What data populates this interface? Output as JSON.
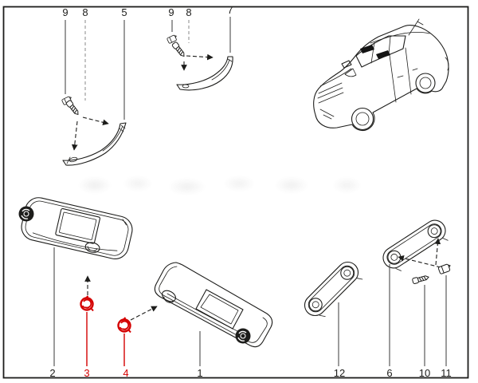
{
  "page": {
    "background": "#ffffff",
    "border_color": "#1d1d1b"
  },
  "colors": {
    "line": "#1d1d1b",
    "leader_gray": "#555555",
    "highlight_red": "#d40000"
  },
  "labels": {
    "n1": "1",
    "n2": "2",
    "n3": "3",
    "n4": "4",
    "n5": "5",
    "n6": "6",
    "n7": "7",
    "n8": "8",
    "n9": "9",
    "n10": "10",
    "n11": "11",
    "n12": "12"
  },
  "highlighted_callouts": [
    "3",
    "4"
  ]
}
